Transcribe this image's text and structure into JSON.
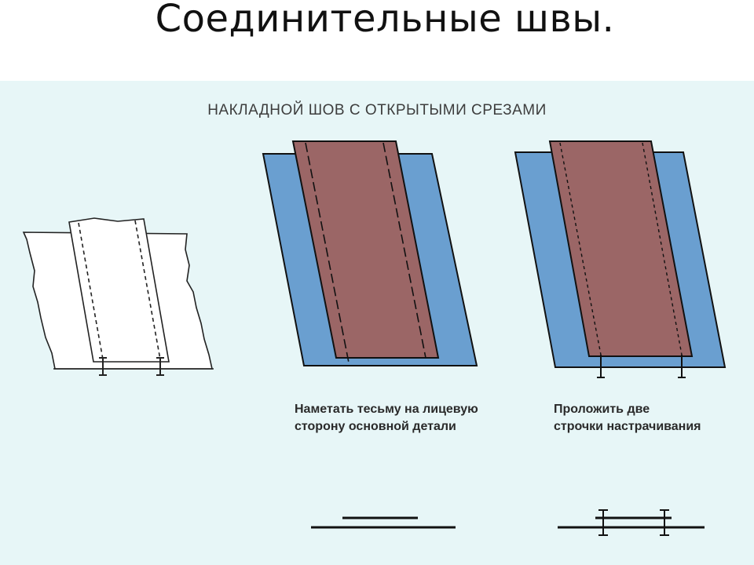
{
  "slide": {
    "title": "Соединительные швы."
  },
  "diagram": {
    "title": "НАКЛАДНОЙ ШОВ С ОТКРЫТЫМИ СРЕЗАМИ",
    "captions": [
      "Наметать тесьму на лицевую\nсторону основной детали",
      "Проложить две\nстрочки настрачивания"
    ]
  },
  "colors": {
    "panel_background": "#e7f6f7",
    "base_fabric": "#6a9fd0",
    "tape_fabric": "#9b6666",
    "outline": "#111111"
  }
}
